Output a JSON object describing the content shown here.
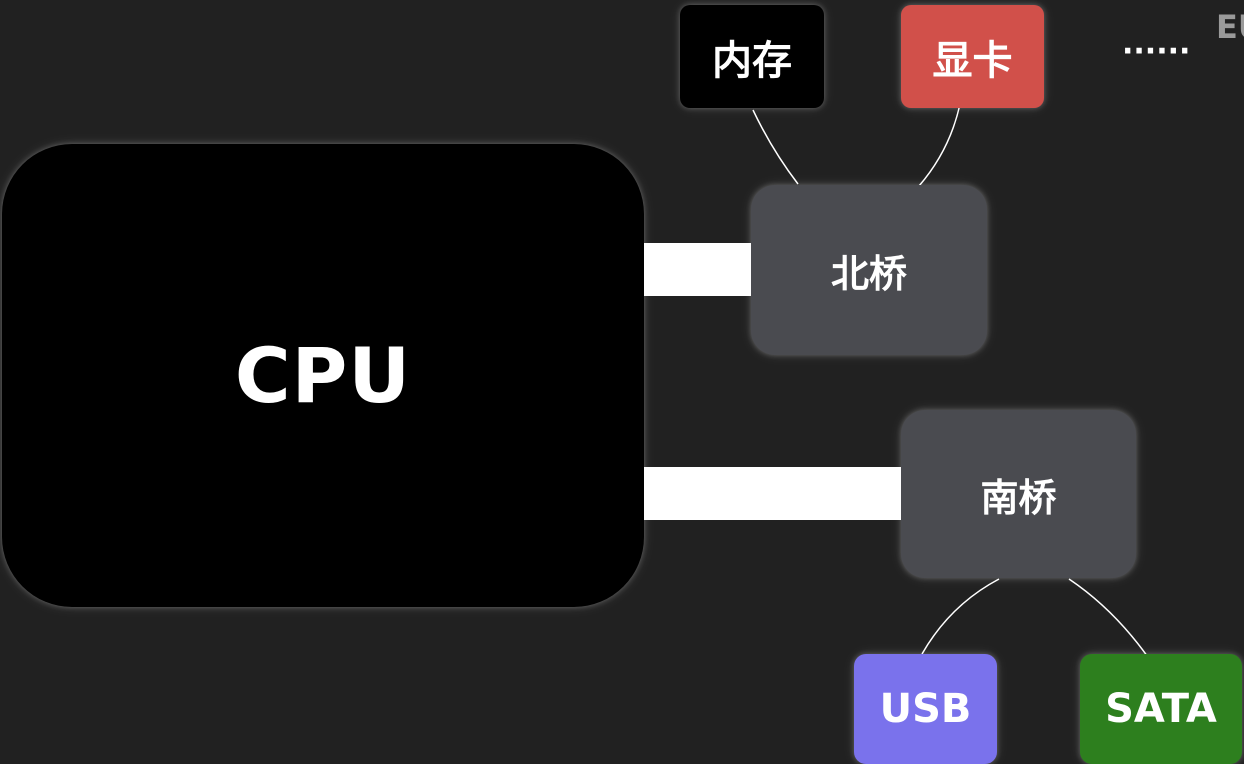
{
  "diagram": {
    "cpu": {
      "label": "CPU",
      "color": "#000000"
    },
    "northbridge": {
      "label": "北桥",
      "color": "#4a4b50"
    },
    "southbridge": {
      "label": "南桥",
      "color": "#4a4b50"
    },
    "memory": {
      "label": "内存",
      "color": "#000000"
    },
    "gpu": {
      "label": "显卡",
      "color": "#d1504a"
    },
    "usb": {
      "label": "USB",
      "color": "#7a72ec"
    },
    "sata": {
      "label": "SATA",
      "color": "#2d7f1e"
    },
    "more": {
      "label": "······"
    },
    "corner": {
      "label": "EU"
    }
  }
}
